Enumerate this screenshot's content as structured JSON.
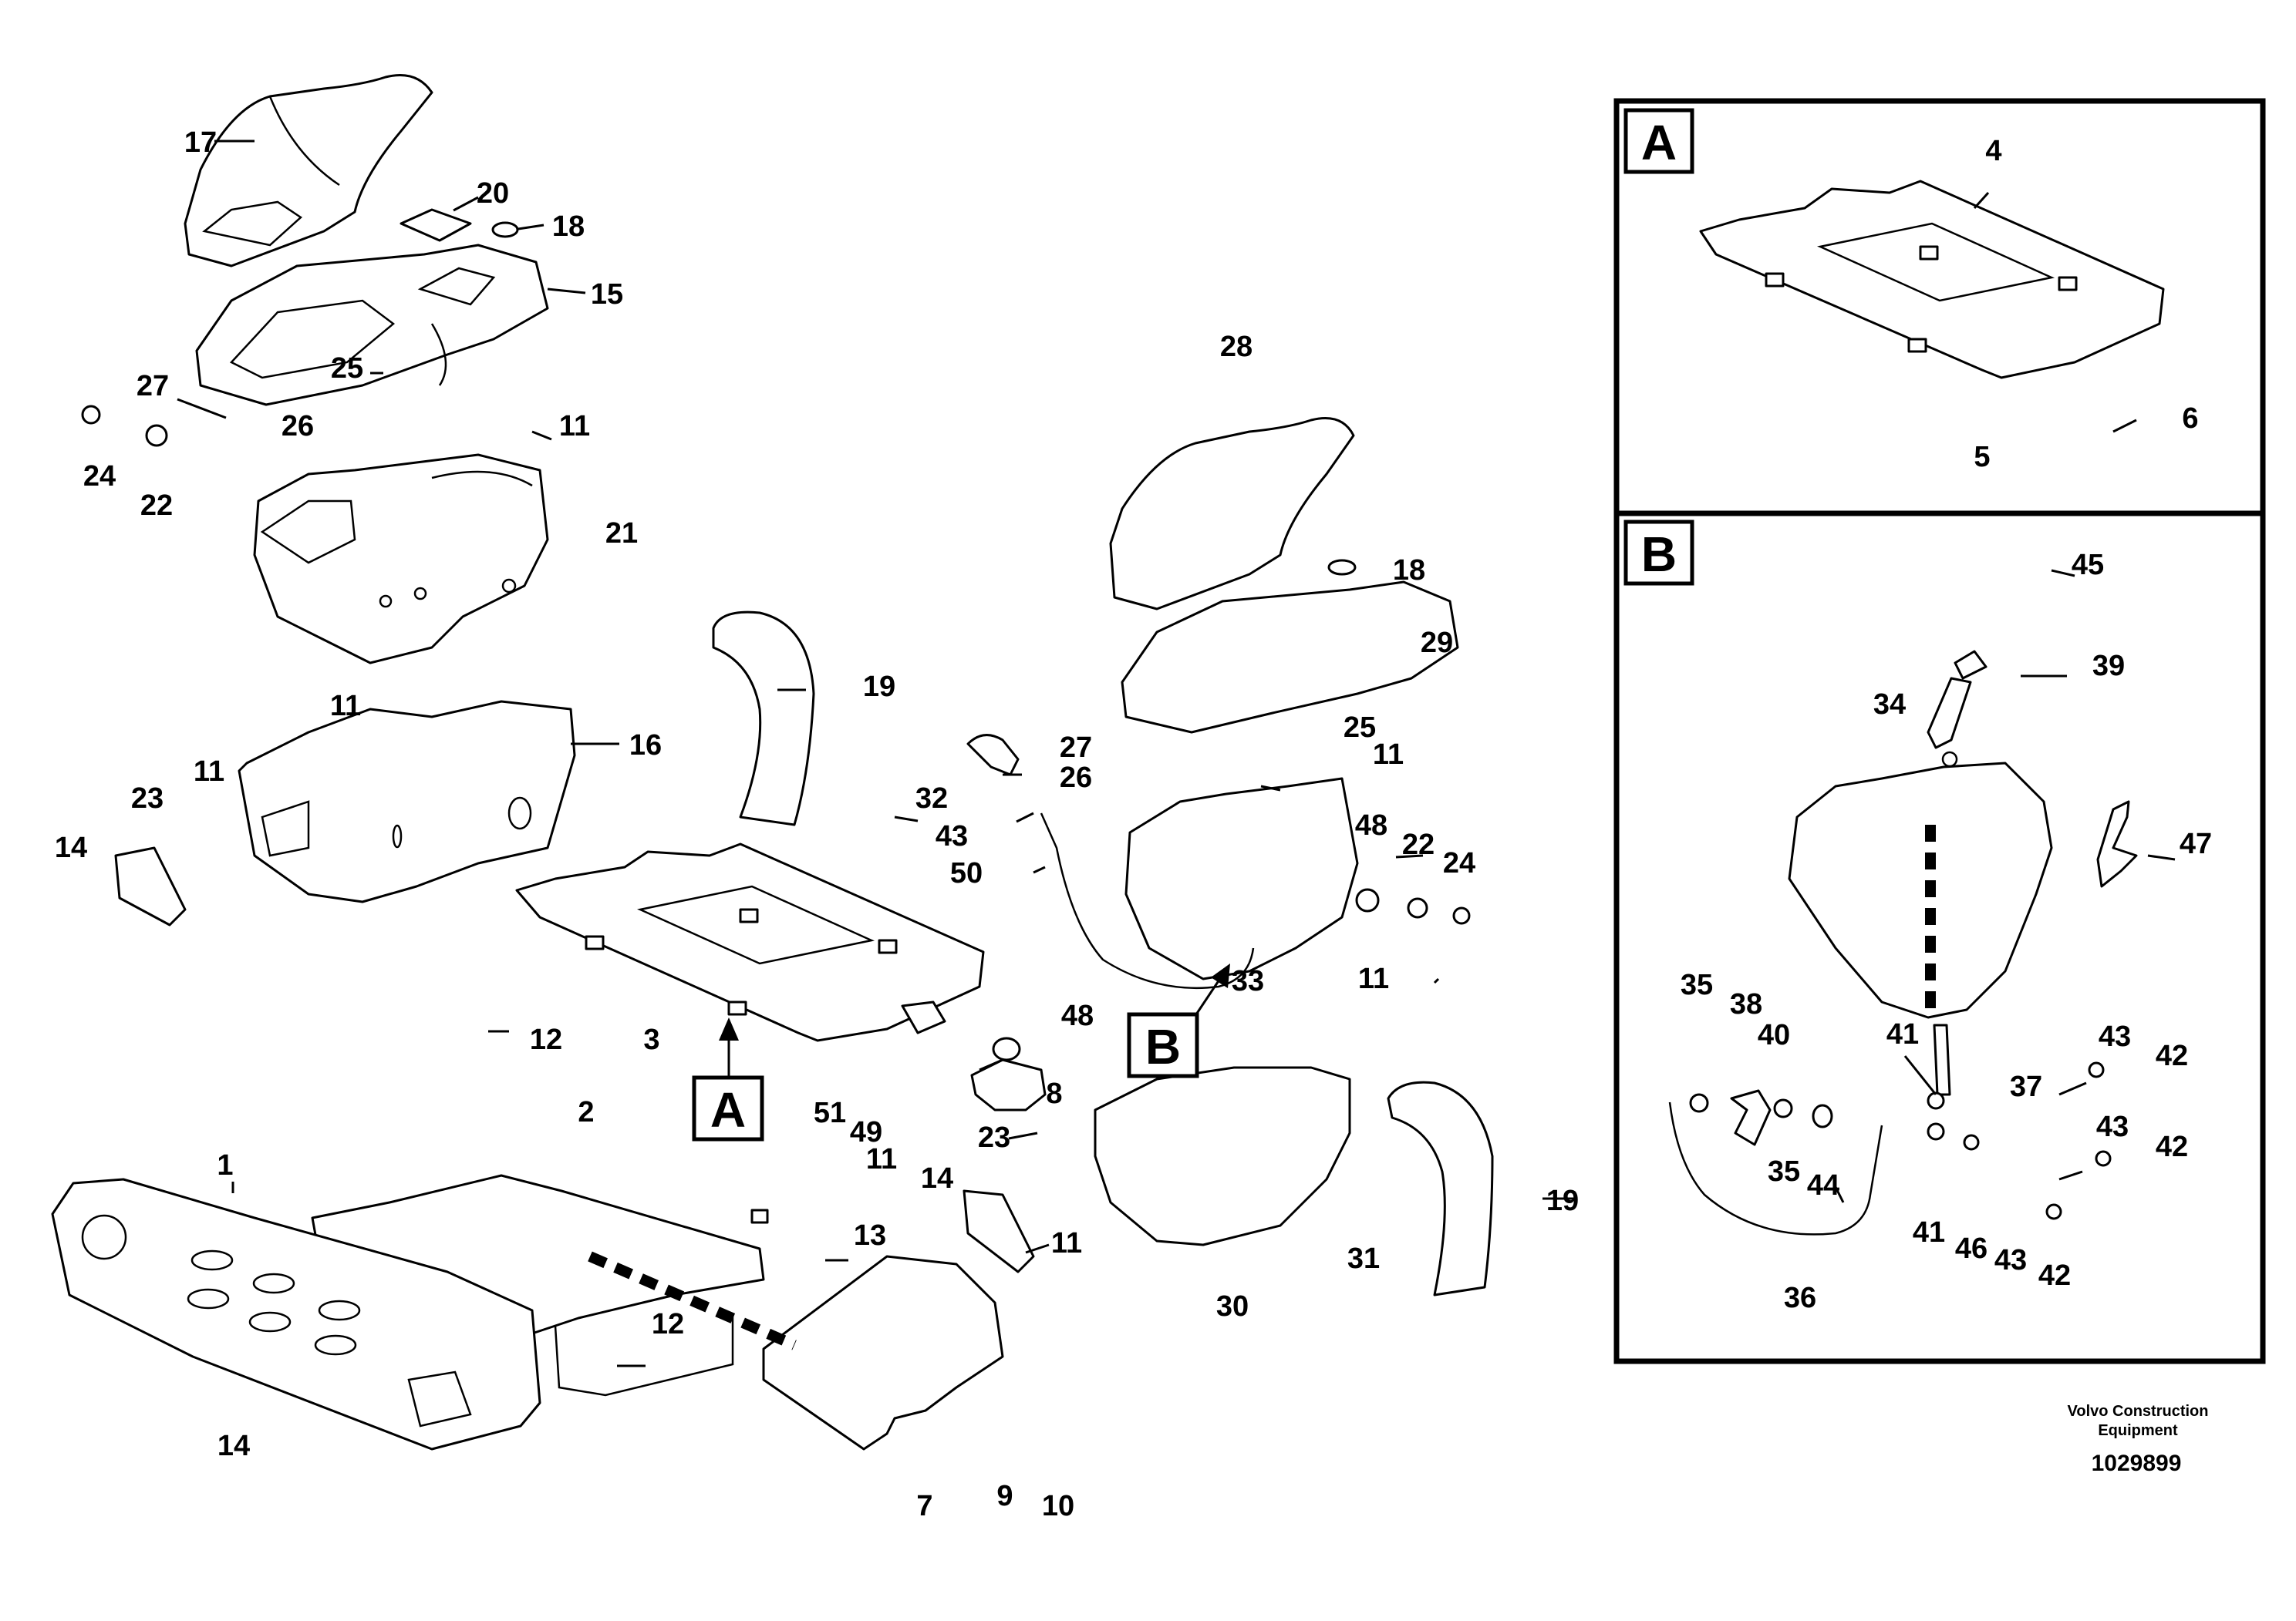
{
  "figure_number": "1029899",
  "credit_lines": [
    "Volvo Construction",
    "Equipment"
  ],
  "detail_views": [
    "A",
    "B"
  ],
  "section_markers": [
    "A",
    "B"
  ],
  "callouts": {
    "p17": "17",
    "p20": "20",
    "p18a": "18",
    "p15": "15",
    "p27a": "27",
    "p25a": "25",
    "p26a": "26",
    "p11a": "11",
    "p24a": "24",
    "p22a": "22",
    "p21": "21",
    "p11b": "11",
    "p19a": "19",
    "p16": "16",
    "p11c": "11",
    "p23a": "23",
    "p14a": "14",
    "p28": "28",
    "p18b": "18",
    "p29": "29",
    "p27b": "27",
    "p26b": "26",
    "p25b": "25",
    "p11d": "11",
    "p32": "32",
    "p43a": "43",
    "p50": "50",
    "p48a": "48",
    "p22b": "22",
    "p24b": "24",
    "p11e": "11",
    "p33": "33",
    "p12a": "12",
    "p3": "3",
    "p48b": "48",
    "p8": "8",
    "p51": "51",
    "p49": "49",
    "p11f": "11",
    "p23b": "23",
    "p14b": "14",
    "p2": "2",
    "p1": "1",
    "p13": "13",
    "p12b": "12",
    "p14c": "14",
    "p7": "7",
    "p9": "9",
    "p10": "10",
    "p11g": "11",
    "p30": "30",
    "p31": "31",
    "p19b": "19",
    "a4": "4",
    "a5": "5",
    "a6": "6",
    "b45": "45",
    "b39": "39",
    "b34": "34",
    "b47": "47",
    "b35a": "35",
    "b38": "38",
    "b40": "40",
    "b41a": "41",
    "b43a": "43",
    "b42a": "42",
    "b37": "37",
    "b43b": "43",
    "b42b": "42",
    "b35b": "35",
    "b44": "44",
    "b41b": "41",
    "b46": "46",
    "b43c": "43",
    "b42c": "42",
    "b36": "36"
  }
}
